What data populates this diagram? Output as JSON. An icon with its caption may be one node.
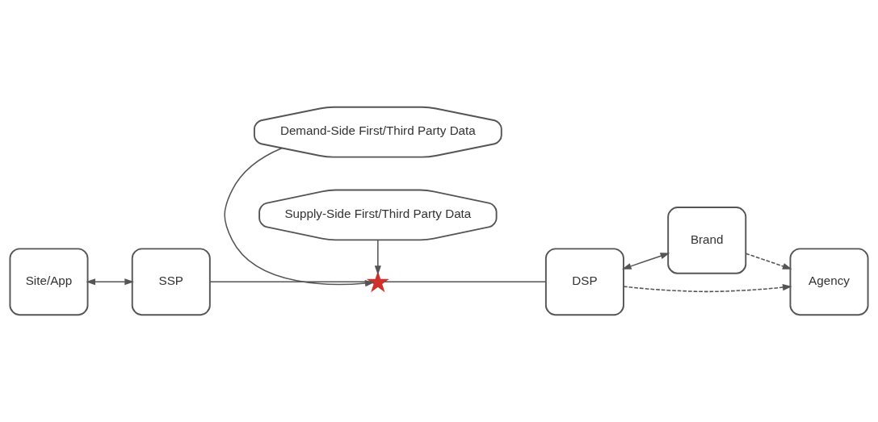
{
  "diagram": {
    "nodes": [
      {
        "text": [
          "Demand-Side First/Third Party Data"
        ]
      },
      {
        "text": [
          "Site/App"
        ]
      },
      {
        "text": [
          "SSP"
        ]
      },
      {
        "text": [],
        "shape": "star"
      },
      {
        "text": [
          "DSP"
        ]
      },
      {
        "text": [
          "Brand"
        ]
      },
      {
        "text": [
          "Agency"
        ]
      },
      {
        "text": [
          "Supply-Side First/Third Party Data"
        ]
      }
    ],
    "edges": [
      {
        "from": 1,
        "to": 2,
        "arrow": "both"
      },
      {
        "from": 2,
        "to": 3,
        "arrow": "none"
      },
      {
        "from": 3,
        "to": 4,
        "arrow": "none"
      },
      {
        "from": 0,
        "to": 3,
        "arrow": "to"
      },
      {
        "from": 7,
        "to": 3,
        "arrow": "to"
      },
      {
        "from": 4,
        "to": 5,
        "arrow": "both"
      },
      {
        "from": 4,
        "to": 6,
        "arrow": "to",
        "style": "dashed"
      },
      {
        "from": 5,
        "to": 6,
        "arrow": "to",
        "style": "dashed"
      }
    ]
  }
}
